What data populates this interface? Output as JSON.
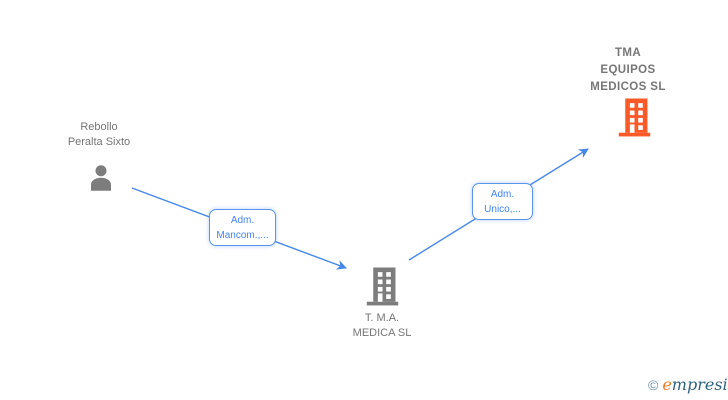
{
  "diagram": {
    "type": "corporate-relations-graph",
    "nodes": [
      {
        "id": "person",
        "kind": "person",
        "label_lines": [
          "Rebollo",
          "Peralta Sixto"
        ]
      },
      {
        "id": "company-main",
        "kind": "company",
        "label_lines": [
          "T. M.A.",
          "MEDICA SL"
        ]
      },
      {
        "id": "company-target",
        "kind": "company-highlighted",
        "label_lines": [
          "TMA",
          "EQUIPOS",
          "MEDICOS SL"
        ]
      }
    ],
    "edges": [
      {
        "from": "Rebollo Peralta Sixto",
        "to": "T. M.A. MEDICA SL",
        "label_lines": [
          "Adm.",
          "Mancom.,..."
        ]
      },
      {
        "from": "T. M.A. MEDICA SL",
        "to": "TMA EQUIPOS MEDICOS SL",
        "label_lines": [
          "Adm.",
          "Unico,..."
        ]
      }
    ],
    "colors": {
      "edge_blue": "#4687ea",
      "edge_label_text": "#4285f4",
      "edge_label_border": "#5b94ea",
      "node_gray": "#7d7d7d",
      "label_gray": "#757575",
      "company_highlight_orange": "#fb5a28",
      "background": "#ffffff"
    }
  },
  "watermark": {
    "copyright_symbol": "©",
    "brand_initial": "e",
    "brand_rest": "mpresia",
    "colors": {
      "copyright": "#6b93a4",
      "initial": "#ee7a1f",
      "rest": "#2f6480"
    }
  }
}
